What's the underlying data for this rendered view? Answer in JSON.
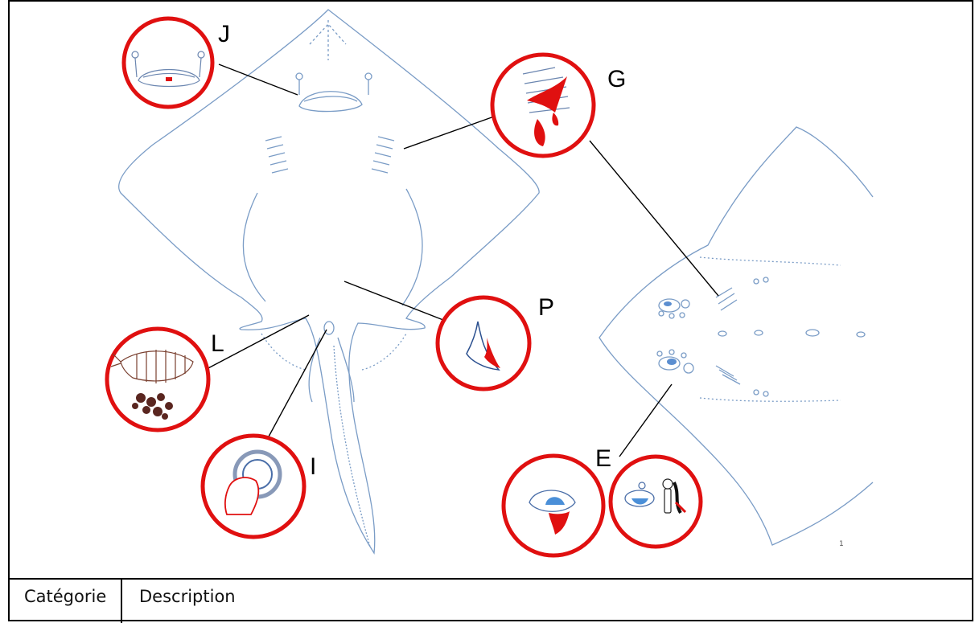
{
  "labels": {
    "j": "J",
    "g": "G",
    "p": "P",
    "l": "L",
    "i": "I",
    "e": "E"
  },
  "footnote": "1",
  "table": {
    "headers": [
      "Catégorie",
      "Description"
    ]
  },
  "colors": {
    "outline": "#7a9cc6",
    "marker_ring": "#e01010",
    "wound": "#e01010",
    "leader": "#000000"
  }
}
